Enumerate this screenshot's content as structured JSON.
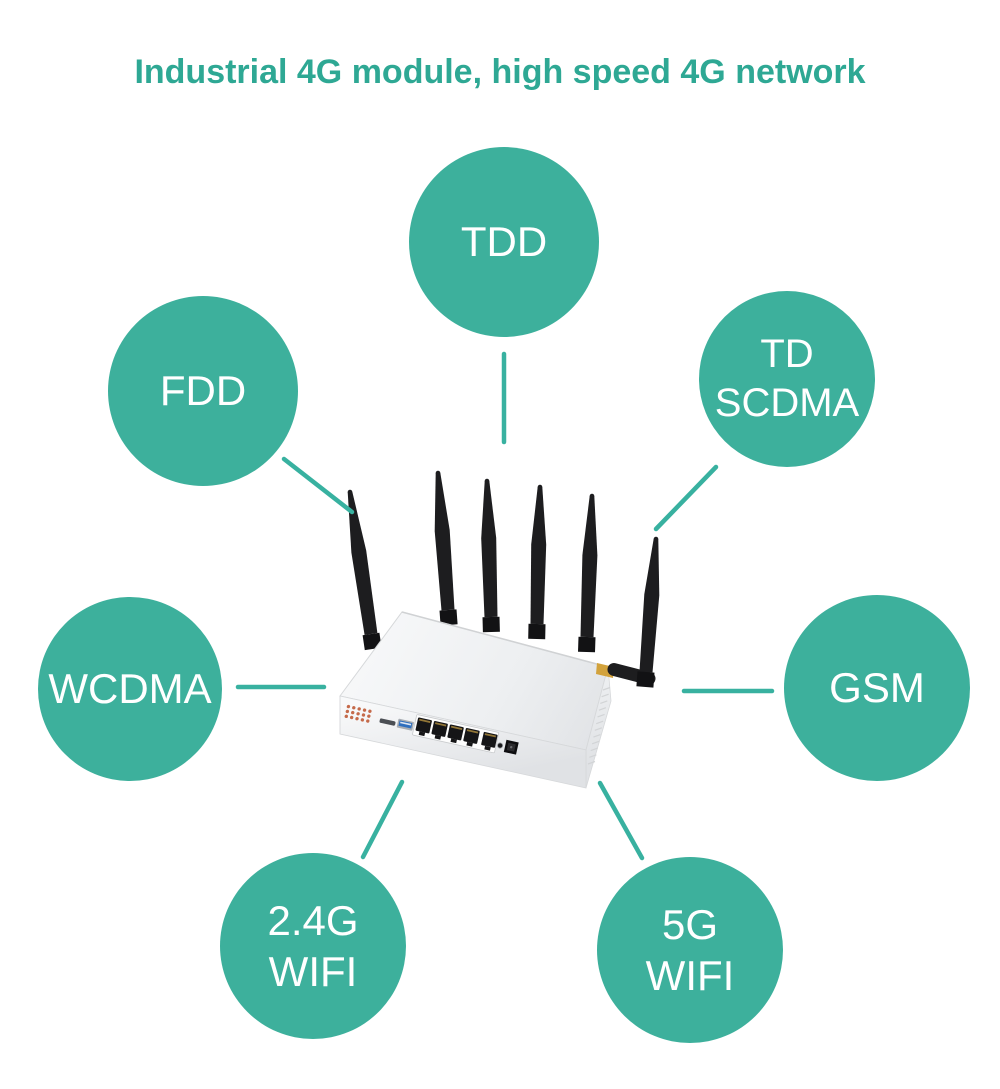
{
  "title": {
    "text": "Industrial 4G module, high speed 4G network"
  },
  "features": [
    {
      "id": "tdd",
      "label": "TDD",
      "lines": [
        "TDD"
      ]
    },
    {
      "id": "fdd",
      "label": "FDD",
      "lines": [
        "FDD"
      ]
    },
    {
      "id": "td-scdma",
      "label": "TD SCDMA",
      "lines": [
        "TD",
        "SCDMA"
      ]
    },
    {
      "id": "wcdma",
      "label": "WCDMA",
      "lines": [
        "WCDMA"
      ]
    },
    {
      "id": "gsm",
      "label": "GSM",
      "lines": [
        "GSM"
      ]
    },
    {
      "id": "wifi-24g",
      "label": "2.4G WIFI",
      "lines": [
        "2.4G",
        "WIFI"
      ]
    },
    {
      "id": "wifi-5g",
      "label": "5G WIFI",
      "lines": [
        "5G",
        "WIFI"
      ]
    }
  ],
  "router": {
    "name": "industrial-4g-router",
    "antenna_count": 6,
    "ethernet_port_count": 5,
    "has_usb_port": true,
    "has_sim_slot": true,
    "has_led_indicators": true
  },
  "colors": {
    "background": "#ffffff",
    "title": "#2ea894",
    "circle_fill": "#3db09c",
    "circle_text": "#ffffff",
    "connector_line": "#38b1a0",
    "antenna": "#1d1d1f",
    "antenna_dark": "#121214",
    "router_body_light": "#f8f9fa",
    "router_body": "#edeff1",
    "router_body_dark": "#e0e2e5",
    "led": "#c56a4a",
    "usb": "#2f6fbe",
    "sma": "#d2a23c",
    "ethernet_port": "#151517"
  }
}
